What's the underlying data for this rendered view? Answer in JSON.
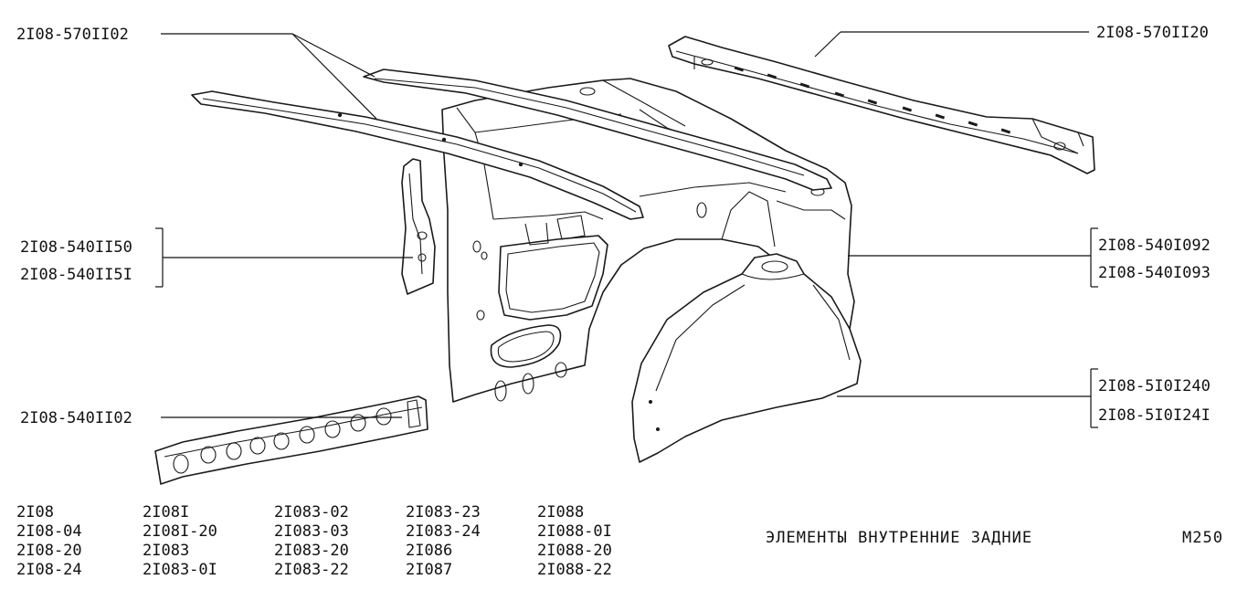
{
  "callouts": {
    "roof_rails": "2I08-570II02",
    "rear_rail": "2I08-570II20",
    "pillar_a": "2I08-540II50",
    "pillar_b": "2I08-540II5I",
    "inner_panel_a": "2I08-540I092",
    "inner_panel_b": "2I08-540I093",
    "wheel_arch_a": "2I08-5I0I240",
    "wheel_arch_b": "2I08-5I0I24I",
    "sill": "2I08-540II02"
  },
  "models": {
    "col1": [
      "2I08",
      "2I08-04",
      "2I08-20",
      "2I08-24"
    ],
    "col2": [
      "2I08I",
      "2I08I-20",
      "2I083",
      "2I083-0I"
    ],
    "col3": [
      "2I083-02",
      "2I083-03",
      "2I083-20",
      "2I083-22"
    ],
    "col4": [
      "2I083-23",
      "2I083-24",
      "2I086",
      "2I087"
    ],
    "col5": [
      "2I088",
      "2I088-0I",
      "2I088-20",
      "2I088-22"
    ]
  },
  "footer": {
    "title": "ЭЛЕМЕНТЫ ВНУТРЕННИЕ ЗАДНИЕ",
    "code": "M250"
  }
}
